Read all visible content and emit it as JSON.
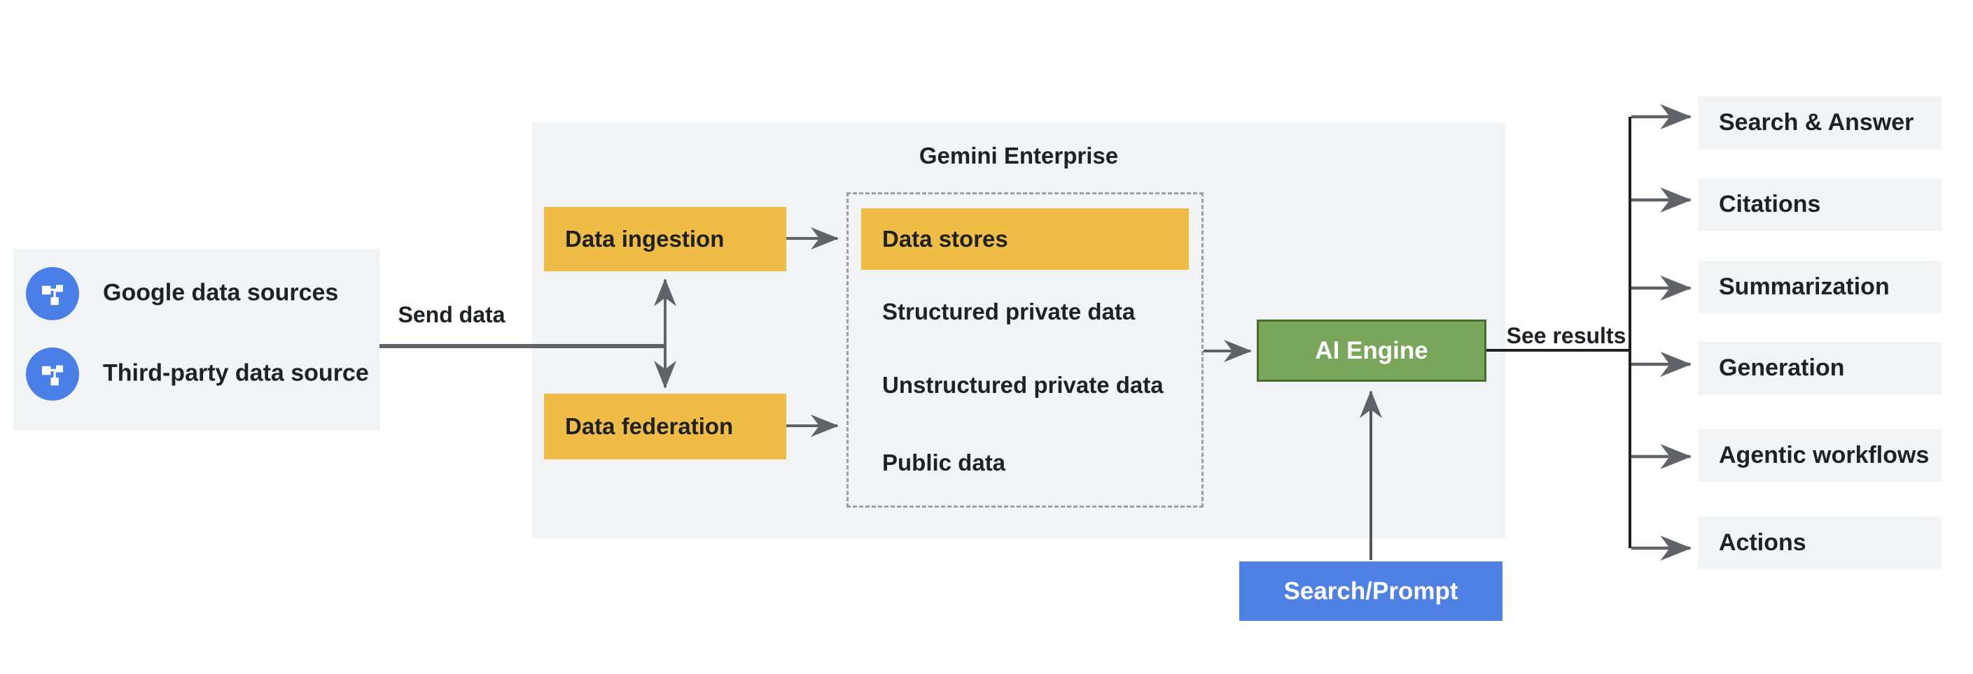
{
  "colors": {
    "bg": "#ffffff",
    "panel": "#f1f3f4",
    "yellow": "#efbd45",
    "green": "#79a65a",
    "green_border": "#44702c",
    "blue": "#4f80e4",
    "icon_blue": "#4a7fe8",
    "ink": "#202124",
    "line_gray": "#5f6368",
    "line_dark": "#212121",
    "dash": "#9aa0a6"
  },
  "left_panel": {
    "items": [
      {
        "label": "Google data sources",
        "icon": "schema-icon"
      },
      {
        "label": "Third-party data source",
        "icon": "schema-icon"
      }
    ]
  },
  "edges": {
    "send_data": "Send data",
    "see_results": "See results"
  },
  "gemini_panel": {
    "title": "Gemini Enterprise",
    "ingestion_label": "Data ingestion",
    "federation_label": "Data federation",
    "data_stores_group": {
      "header": "Data stores",
      "rows": [
        "Structured private data",
        "Unstructured private data",
        "Public data"
      ]
    },
    "ai_engine_label": "AI Engine"
  },
  "search_prompt_label": "Search/Prompt",
  "outputs": [
    "Search & Answer",
    "Citations",
    "Summarization",
    "Generation",
    "Agentic workflows",
    "Actions"
  ]
}
